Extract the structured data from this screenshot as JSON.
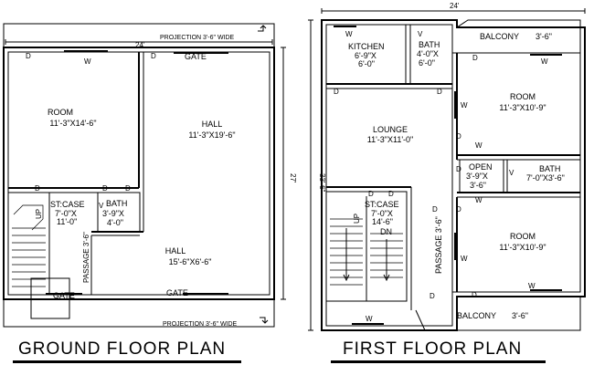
{
  "ground": {
    "top_dim": "24'",
    "projection_top": "PROJECTION 3'-6\" WIDE",
    "projection_bottom": "PROJECTION 3'-6\" WIDE",
    "side_dim": "27'",
    "room_name": "ROOM",
    "room_size": "11'-3\"X14'-6\"",
    "hall_name": "HALL",
    "hall_size": "11'-3\"X19'-6\"",
    "hall2_name": "HALL",
    "hall2_size": "15'-6\"X6'-6\"",
    "stcase_name": "ST:CASE",
    "stcase_size": "7'-0\"X",
    "stcase_size2": "11'-0\"",
    "bath_name": "BATH",
    "bath_size": "3'-9\"X",
    "bath_size2": "4'-0\"",
    "passage": "PASSAGE 3'-6\"",
    "gate": "GATE",
    "up": "UP",
    "d": "D",
    "w": "W",
    "v": "V",
    "title": "GROUND FLOOR PLAN"
  },
  "first": {
    "top_dim": "24'",
    "side_dim": "33'-6\"",
    "kitchen_name": "KITCHEN",
    "kitchen_size": "6'-9\"X",
    "kitchen_size2": "6'-0\"",
    "bath_name": "BATH",
    "bath_size": "4'-0\"X",
    "bath_size2": "6'-0\"",
    "balcony": "BALCONY",
    "balcony_size": "3'-6\"",
    "room_name": "ROOM",
    "room_size": "11'-3\"X10'-9\"",
    "lounge_name": "LOUNGE",
    "lounge_size": "11'-3\"X11'-0\"",
    "open_name": "OPEN",
    "open_size": "3'-9\"X",
    "open_size2": "3'-6\"",
    "bath2_name": "BATH",
    "bath2_size": "7'-0\"X3'-6\"",
    "stcase_name": "ST:CASE",
    "stcase_size": "7'-0\"X",
    "stcase_size2": "14'-6\"",
    "dn": "DN",
    "up": "UP",
    "passage": "PASSAGE 3'-6\"",
    "room2_name": "ROOM",
    "room2_size": "11'-3\"X10'-9\"",
    "balcony2": "BALCONY",
    "balcony2_size": "3'-6\"",
    "d": "D",
    "w": "W",
    "v": "V",
    "title": "FIRST FLOOR PLAN"
  }
}
